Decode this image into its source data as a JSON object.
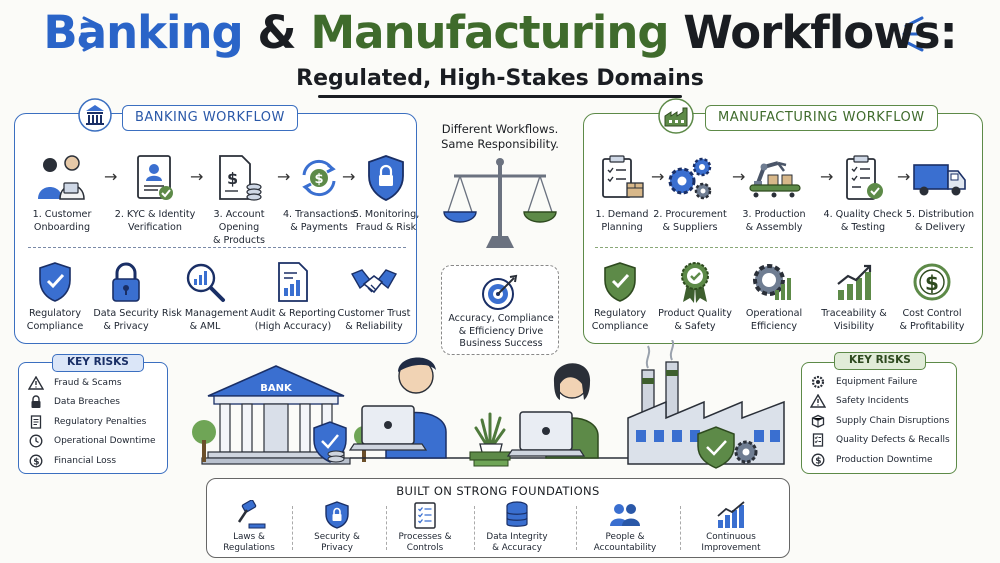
{
  "title": {
    "part1": "Banking",
    "amp": " & ",
    "part2": "Manufacturing",
    "part3": " Workflows:"
  },
  "subtitle": "Regulated, High-Stakes Domains",
  "banking": {
    "header": "BANKING WORKFLOW",
    "steps": [
      {
        "label_1": "1. Customer",
        "label_2": "Onboarding",
        "icon": "people-tablet-icon"
      },
      {
        "label_1": "2. KYC & Identity",
        "label_2": "Verification",
        "icon": "id-document-icon"
      },
      {
        "label_1": "3. Account Opening",
        "label_2": "& Products",
        "icon": "dollar-document-icon"
      },
      {
        "label_1": "4. Transactions",
        "label_2": "& Payments",
        "icon": "dollar-cycle-icon"
      },
      {
        "label_1": "5. Monitoring,",
        "label_2": "Fraud & Risk",
        "icon": "lock-shield-icon"
      }
    ],
    "features": [
      {
        "label_1": "Regulatory",
        "label_2": "Compliance",
        "icon": "check-shield-icon"
      },
      {
        "label_1": "Data Security",
        "label_2": "& Privacy",
        "icon": "padlock-icon"
      },
      {
        "label_1": "Risk Management",
        "label_2": "& AML",
        "icon": "magnifier-chart-icon"
      },
      {
        "label_1": "Audit & Reporting",
        "label_2": "(High Accuracy)",
        "icon": "report-icon"
      },
      {
        "label_1": "Customer Trust",
        "label_2": "& Reliability",
        "icon": "handshake-icon"
      }
    ],
    "risks_title": "KEY RISKS",
    "risks": [
      {
        "label": "Fraud & Scams",
        "icon": "warning-icon"
      },
      {
        "label": "Data Breaches",
        "icon": "lock-icon"
      },
      {
        "label": "Regulatory Penalties",
        "icon": "document-icon"
      },
      {
        "label": "Operational Downtime",
        "icon": "clock-icon"
      },
      {
        "label": "Financial Loss",
        "icon": "dollar-icon"
      }
    ]
  },
  "manufacturing": {
    "header": "MANUFACTURING WORKFLOW",
    "steps": [
      {
        "label_1": "1. Demand",
        "label_2": "Planning",
        "icon": "clipboard-box-icon"
      },
      {
        "label_1": "2. Procurement",
        "label_2": "& Suppliers",
        "icon": "gears-icon"
      },
      {
        "label_1": "3. Production",
        "label_2": "& Assembly",
        "icon": "robot-arm-icon"
      },
      {
        "label_1": "4. Quality Check",
        "label_2": "& Testing",
        "icon": "checklist-icon"
      },
      {
        "label_1": "5. Distribution",
        "label_2": "& Delivery",
        "icon": "truck-icon"
      }
    ],
    "features": [
      {
        "label_1": "Regulatory",
        "label_2": "Compliance",
        "icon": "check-shield-icon"
      },
      {
        "label_1": "Product Quality",
        "label_2": "& Safety",
        "icon": "award-badge-icon"
      },
      {
        "label_1": "Operational",
        "label_2": "Efficiency",
        "icon": "gear-chart-icon"
      },
      {
        "label_1": "Traceability &",
        "label_2": "Visibility",
        "icon": "growth-chart-icon"
      },
      {
        "label_1": "Cost Control",
        "label_2": "& Profitability",
        "icon": "dollar-coin-icon"
      }
    ],
    "risks_title": "KEY RISKS",
    "risks": [
      {
        "label": "Equipment Failure",
        "icon": "gear-icon"
      },
      {
        "label": "Safety Incidents",
        "icon": "warning-icon"
      },
      {
        "label": "Supply Chain Disruptions",
        "icon": "box-icon"
      },
      {
        "label": "Quality Defects & Recalls",
        "icon": "checklist-icon"
      },
      {
        "label": "Production Downtime",
        "icon": "dollar-icon"
      }
    ]
  },
  "center": {
    "heading_1": "Different Workflows.",
    "heading_2": "Same Responsibility.",
    "box_1": "Accuracy, Compliance",
    "box_2": "& Efficiency Drive",
    "box_3": "Business Success"
  },
  "scene": {
    "bank_sign": "BANK"
  },
  "foundations": {
    "title": "BUILT ON STRONG FOUNDATIONS",
    "items": [
      {
        "label_1": "Laws &",
        "label_2": "Regulations",
        "icon": "gavel-icon"
      },
      {
        "label_1": "Security &",
        "label_2": "Privacy",
        "icon": "lock-shield-icon"
      },
      {
        "label_1": "Processes &",
        "label_2": "Controls",
        "icon": "checklist-icon"
      },
      {
        "label_1": "Data Integrity",
        "label_2": "& Accuracy",
        "icon": "database-icon"
      },
      {
        "label_1": "People &",
        "label_2": "Accountability",
        "icon": "people-icon"
      },
      {
        "label_1": "Continuous",
        "label_2": "Improvement",
        "icon": "growth-chart-icon"
      }
    ]
  },
  "colors": {
    "blue": "#2a64c8",
    "green": "#3f6b2c",
    "blue_fill": "#3a6fd0",
    "green_fill": "#5d8a48"
  }
}
